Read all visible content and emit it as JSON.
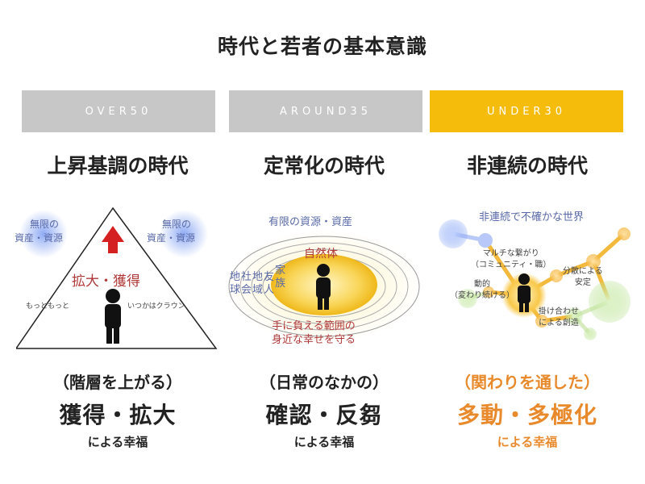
{
  "title": "時代と若者の基本意識",
  "colors": {
    "gray_banner": "#c7c7c7",
    "gold_banner": "#f5bc0c",
    "orange_text": "#e8892b",
    "arrow_red": "#d42020",
    "label_blue": "#5a6aa8",
    "label_red": "#b03a3a"
  },
  "columns": [
    {
      "banner": "OVER50",
      "era": "上昇基調の時代",
      "diagram": {
        "left_note": [
          "無限の",
          "資産・資源"
        ],
        "right_note": [
          "無限の",
          "資産・資源"
        ],
        "center": "拡大・獲得",
        "left_small": "もっともっと",
        "right_small": "いつかはクラウン"
      },
      "caption": {
        "sub": "（階層を上がる）",
        "main": "獲得・拡大",
        "tail": "による幸福"
      }
    },
    {
      "banner": "AROUND35",
      "era": "定常化の時代",
      "diagram": {
        "top": "有限の資源・資産",
        "center": "自然体",
        "left_col1": [
          "地",
          "球"
        ],
        "left_col2": [
          "社",
          "会"
        ],
        "left_col3": [
          "地",
          "域"
        ],
        "left_col4": [
          "友",
          "人"
        ],
        "left_col5": [
          "家",
          "族"
        ],
        "bottom": [
          "手に負える範囲の",
          "身近な幸せを守る"
        ]
      },
      "caption": {
        "sub": "（日常のなかの）",
        "main": "確認・反芻",
        "tail": "による幸福"
      }
    },
    {
      "banner": "UNDER30",
      "era": "非連続の時代",
      "diagram": {
        "top": "非連続で不確かな世界",
        "multi": [
          "マルチな繋がり",
          "（コミュニティ・職）"
        ],
        "move": [
          "動的",
          "（変わり続ける）"
        ],
        "dispersed": [
          "分散による",
          "安定"
        ],
        "combine": [
          "掛け合わせ",
          "による創造"
        ]
      },
      "caption": {
        "sub": "（関わりを通した）",
        "main": "多動・多極化",
        "tail": "による幸福"
      }
    }
  ]
}
